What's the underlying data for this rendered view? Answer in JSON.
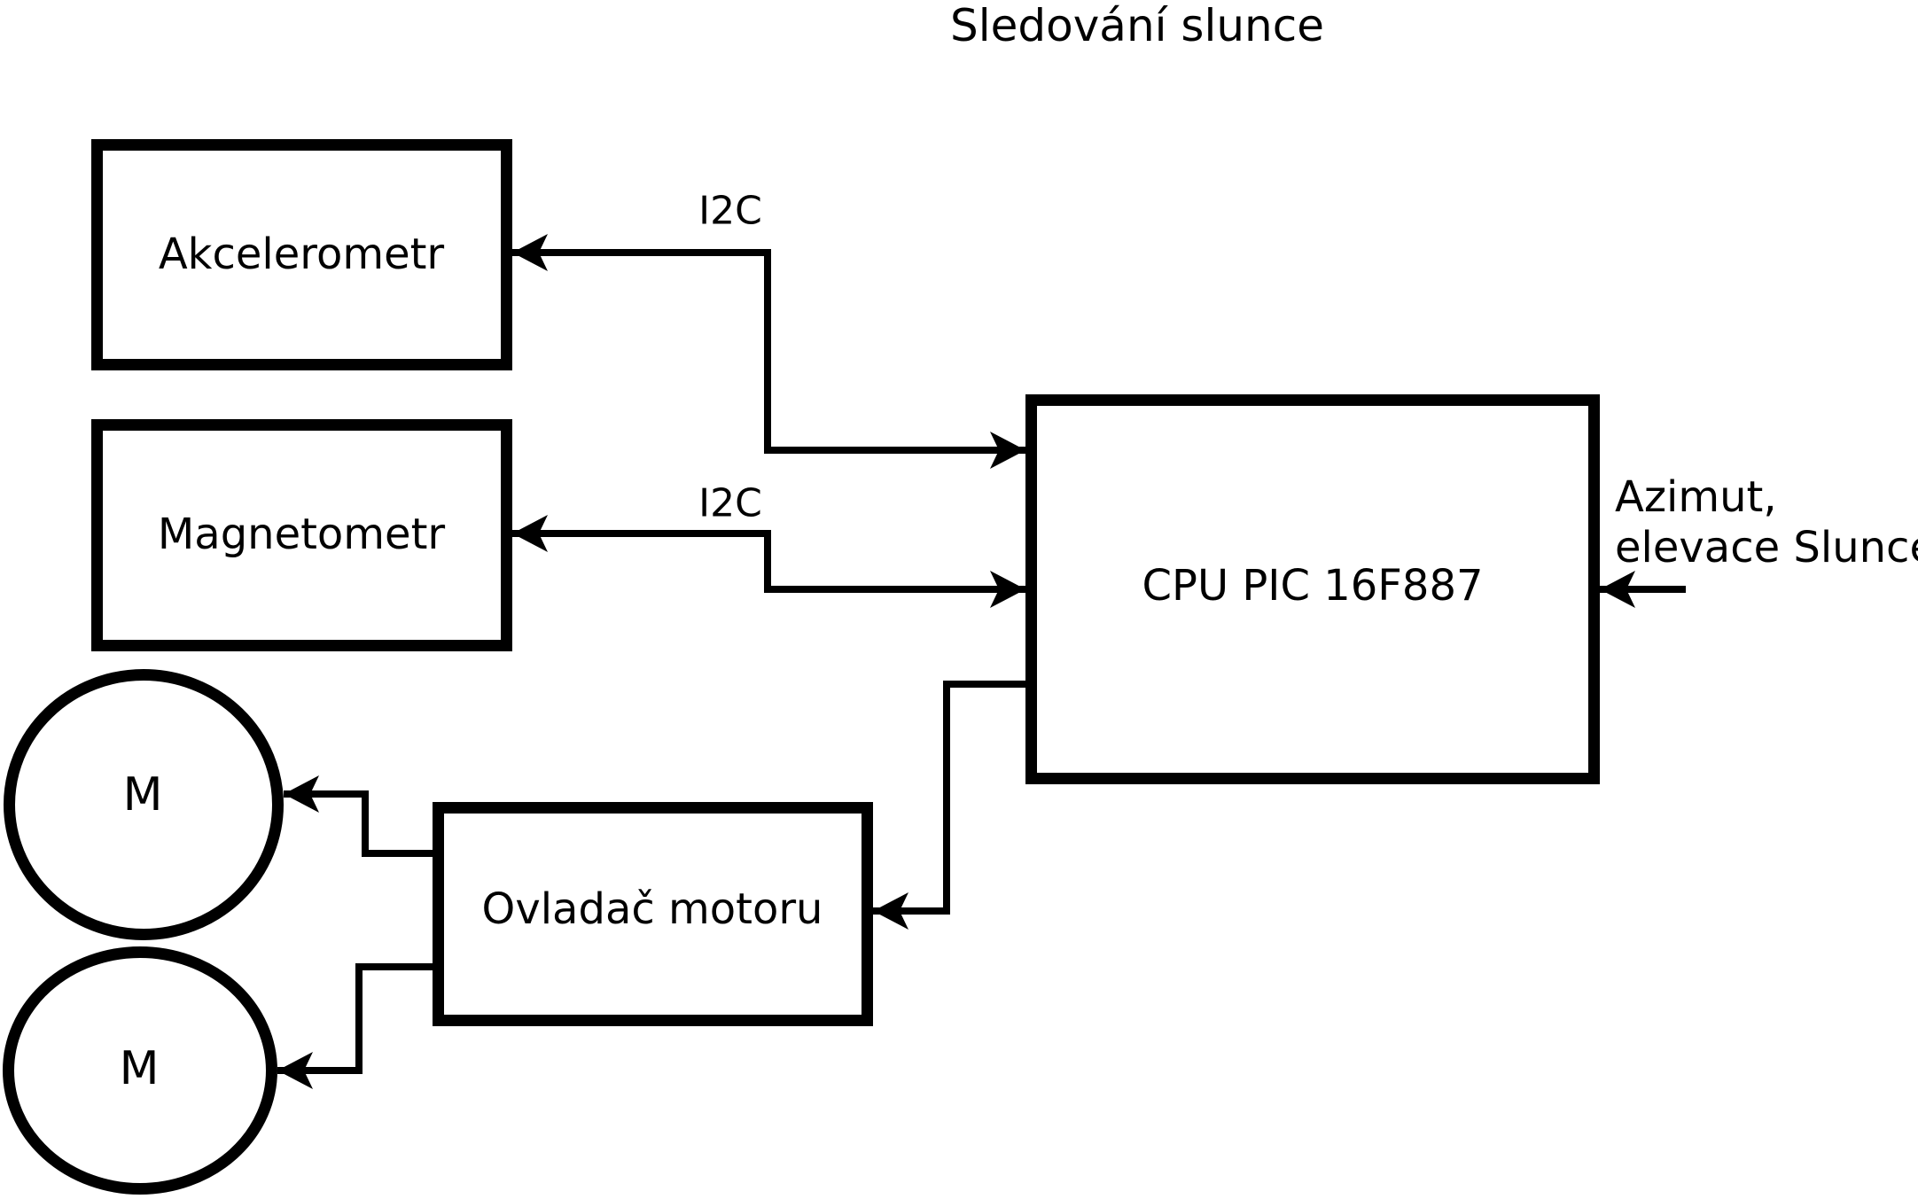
{
  "title": "Sledování slunce",
  "blocks": {
    "accelerometer": {
      "label": "Akcelerometr"
    },
    "magnetometer": {
      "label": "Magnetometr"
    },
    "cpu": {
      "label": "CPU PIC 16F887"
    },
    "motor_driver": {
      "label": "Ovladač motoru"
    }
  },
  "motors": {
    "azimuth_motor": {
      "label": "M"
    },
    "elevation_motor": {
      "label": "M"
    }
  },
  "connections": {
    "i2c_accelerometer": {
      "label": "I2C"
    },
    "i2c_magnetometer": {
      "label": "I2C"
    },
    "cpu_input_line1": "Azimut,",
    "cpu_input_line2": "elevace Slunce"
  },
  "colors": {
    "ink": "#000000",
    "background": "#ffffff"
  }
}
